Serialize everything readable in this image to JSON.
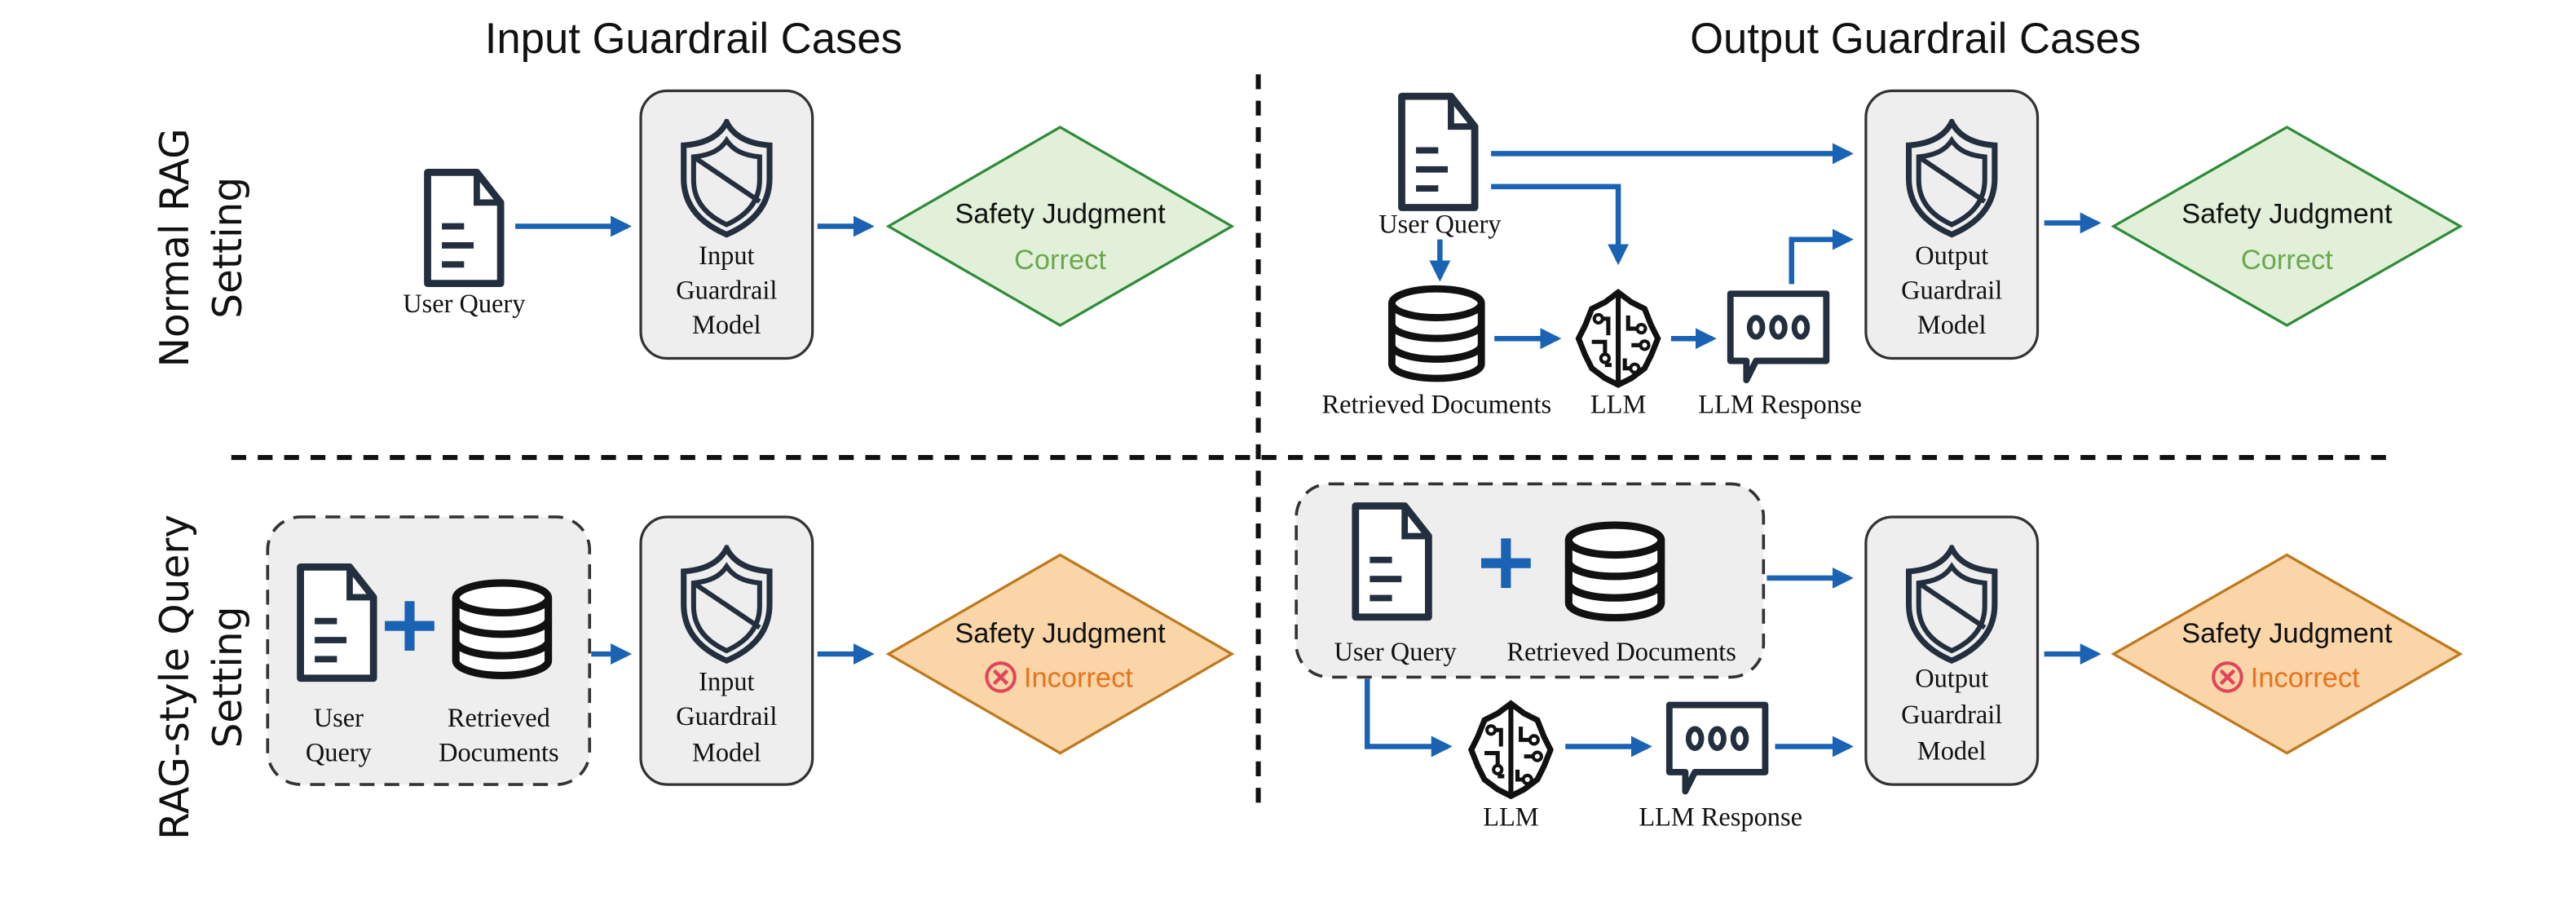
{
  "columns": {
    "input": "Input Guardrail Cases",
    "output": "Output Guardrail Cases"
  },
  "rows": {
    "normal": [
      "Normal RAG",
      "Setting"
    ],
    "ragstyle": [
      "RAG-style Query",
      "Setting"
    ]
  },
  "labels": {
    "user_query": "User Query",
    "user": "User",
    "query": "Query",
    "retrieved_documents": "Retrieved Documents",
    "retrieved": "Retrieved",
    "documents": "Documents",
    "llm": "LLM",
    "llm_response": "LLM Response",
    "input_model": [
      "Input",
      "Guardrail",
      "Model"
    ],
    "output_model": [
      "Output",
      "Guardrail",
      "Model"
    ]
  },
  "judgment": {
    "title": "Safety Judgment",
    "correct": "Correct",
    "incorrect": "Incorrect"
  },
  "colors": {
    "arrow": "#1a62b4",
    "correct_fill": "#e2f0da",
    "correct_stroke": "#2e8b3a",
    "correct_text": "#6aa84f",
    "incorrect_fill": "#f9d5a7",
    "incorrect_stroke": "#c0781c",
    "incorrect_text": "#e8731c",
    "icon": "#232f3e"
  }
}
